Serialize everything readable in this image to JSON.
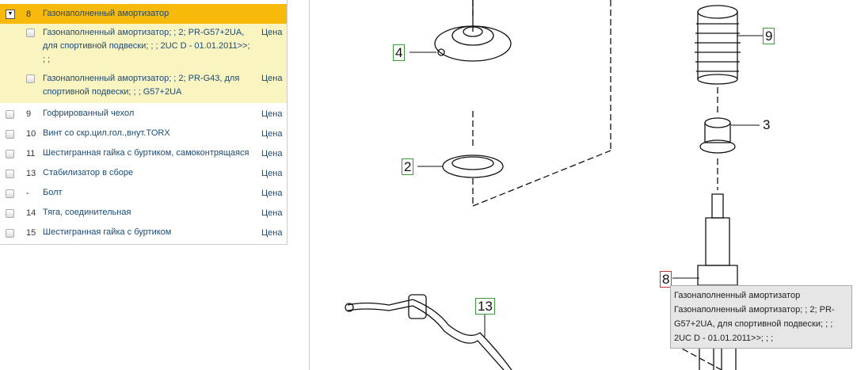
{
  "selected": {
    "num": "8",
    "name": "Газонаполненный амортизатор",
    "sub": [
      {
        "name": "Газонаполненный амортизатор; ; 2; PR-G57+2UA, для спортивной подвески; ; ; 2UC D - 01.01.2011>>; ; ;",
        "price": "Цена"
      },
      {
        "name": "Газонаполненный амортизатор; ; 2; PR-G43, для спортивной подвески; ; ; G57+2UA",
        "price": "Цена"
      }
    ]
  },
  "rows": [
    {
      "num": "9",
      "name": "Гофрированный чехол",
      "price": "Цена"
    },
    {
      "num": "10",
      "name": "Винт со скр.цил.гол.,внут.TORX",
      "price": "Цена"
    },
    {
      "num": "11",
      "name": "Шестигранная гайка с буртиком, самоконтрящаяся",
      "price": "Цена"
    },
    {
      "num": "13",
      "name": "Стабилизатор в сборе",
      "price": "Цена"
    },
    {
      "num": "-",
      "name": "Болт",
      "price": "Цена"
    },
    {
      "num": "14",
      "name": "Тяга, соединительная",
      "price": "Цена"
    },
    {
      "num": "15",
      "name": "Шестигранная гайка с буртиком",
      "price": "Цена"
    }
  ],
  "diagram": {
    "labels": [
      "4",
      "2",
      "9",
      "3",
      "13",
      "8"
    ]
  },
  "tooltip": {
    "title": "Газонаполненный амортизатор",
    "text": "Газонаполненный амортизатор; ; 2; PR-G57+2UA, для спортивной подвески; ; ; 2UC D - 01.01.2011>>; ; ;"
  }
}
